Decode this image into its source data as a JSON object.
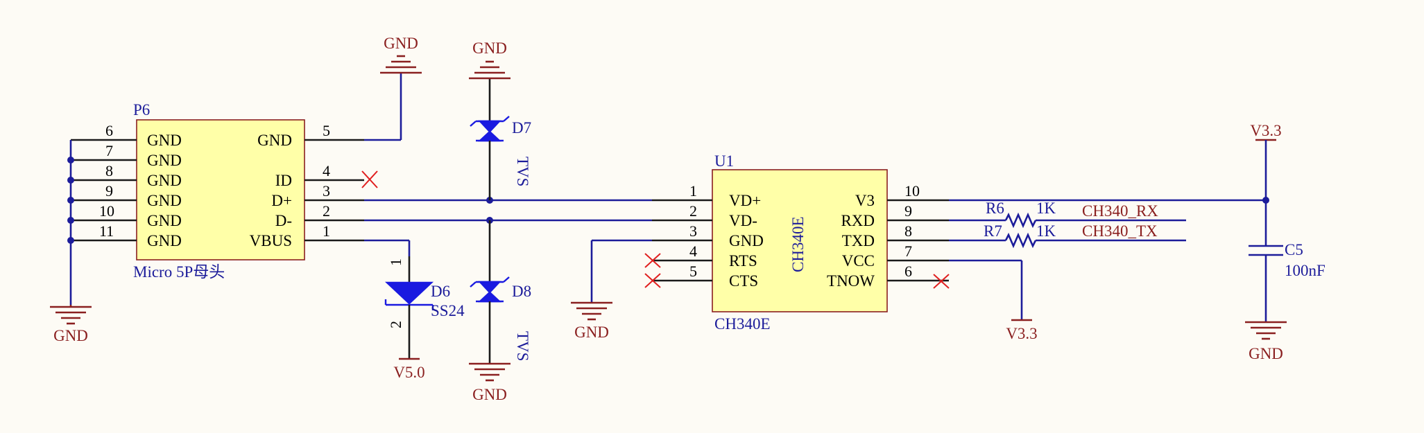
{
  "p6": {
    "designator": "P6",
    "comment": "Micro 5P母头",
    "left_pins": [
      {
        "num": "6",
        "name": "GND"
      },
      {
        "num": "7",
        "name": "GND"
      },
      {
        "num": "8",
        "name": "GND"
      },
      {
        "num": "9",
        "name": "GND"
      },
      {
        "num": "10",
        "name": "GND"
      },
      {
        "num": "11",
        "name": "GND"
      }
    ],
    "right_pins": [
      {
        "num": "5",
        "name": "GND"
      },
      {
        "num": "4",
        "name": "ID"
      },
      {
        "num": "3",
        "name": "D+"
      },
      {
        "num": "2",
        "name": "D-"
      },
      {
        "num": "1",
        "name": "VBUS"
      }
    ]
  },
  "u1": {
    "designator": "U1",
    "comment": "CH340E",
    "body_label": "CH340E",
    "left_pins": [
      {
        "num": "1",
        "name": "VD+"
      },
      {
        "num": "2",
        "name": "VD-"
      },
      {
        "num": "3",
        "name": "GND"
      },
      {
        "num": "4",
        "name": "RTS"
      },
      {
        "num": "5",
        "name": "CTS"
      }
    ],
    "right_pins": [
      {
        "num": "10",
        "name": "V3"
      },
      {
        "num": "9",
        "name": "RXD"
      },
      {
        "num": "8",
        "name": "TXD"
      },
      {
        "num": "7",
        "name": "VCC"
      },
      {
        "num": "6",
        "name": "TNOW"
      }
    ]
  },
  "d7": {
    "designator": "D7",
    "comment": "TVS"
  },
  "d8": {
    "designator": "D8",
    "comment": "TVS"
  },
  "d6": {
    "designator": "D6",
    "comment": "SS24",
    "pin_top": "1",
    "pin_bottom": "2"
  },
  "r6": {
    "designator": "R6",
    "value": "1K"
  },
  "r7": {
    "designator": "R7",
    "value": "1K"
  },
  "c5": {
    "designator": "C5",
    "value": "100nF"
  },
  "nets": {
    "ch340_rx": "CH340_RX",
    "ch340_tx": "CH340_TX"
  },
  "power": {
    "gnd": "GND",
    "v50": "V5.0",
    "v33": "V3.3"
  },
  "colors": {
    "wire": "#1c1c9a",
    "power_port": "#8a1f1f",
    "component_body": "#ffffa8",
    "no_connect": "#e01e1e",
    "diode": "#1a1ae0",
    "background": "#fdfbf5"
  }
}
